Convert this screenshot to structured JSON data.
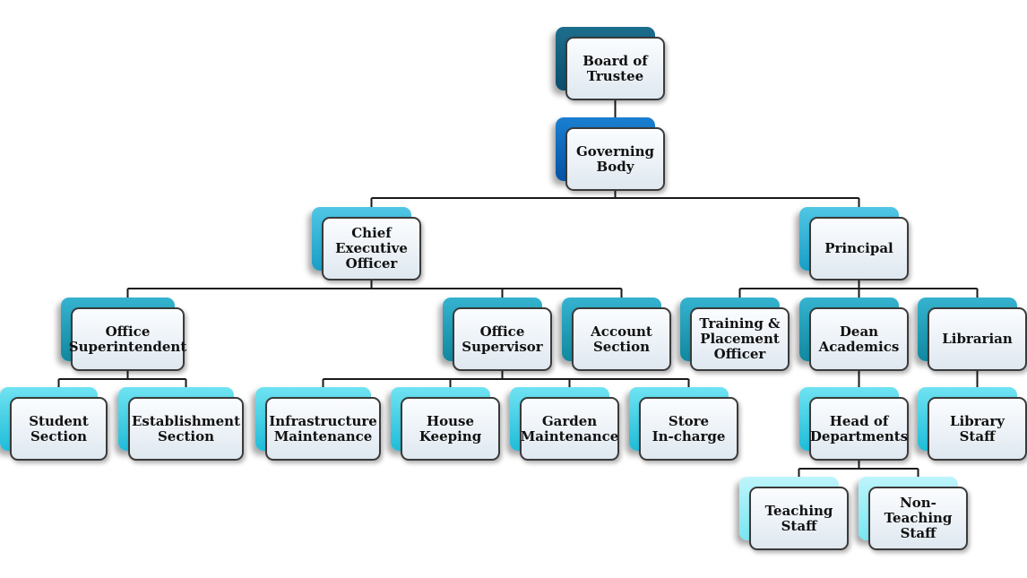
{
  "org_chart": {
    "nodes": [
      {
        "id": "board",
        "label": "Board of\nTrustee",
        "parent": null,
        "level": "top"
      },
      {
        "id": "governing",
        "label": "Governing\nBody",
        "parent": "board",
        "level": "gov"
      },
      {
        "id": "ceo",
        "label": "Chief\nExecutive\nOfficer",
        "parent": "governing",
        "level": "a"
      },
      {
        "id": "principal",
        "label": "Principal",
        "parent": "governing",
        "level": "a"
      },
      {
        "id": "office-superintendent",
        "label": "Office\nSuperintendent",
        "parent": "ceo",
        "level": "b"
      },
      {
        "id": "office-supervisor",
        "label": "Office\nSupervisor",
        "parent": "ceo",
        "level": "b"
      },
      {
        "id": "account-section",
        "label": "Account\nSection",
        "parent": "ceo",
        "level": "b"
      },
      {
        "id": "training-placement",
        "label": "Training &\nPlacement\nOfficer",
        "parent": "principal",
        "level": "b"
      },
      {
        "id": "dean-academics",
        "label": "Dean\nAcademics",
        "parent": "principal",
        "level": "b"
      },
      {
        "id": "librarian",
        "label": "Librarian",
        "parent": "principal",
        "level": "b"
      },
      {
        "id": "student-section",
        "label": "Student\nSection",
        "parent": "office-superintendent",
        "level": "c"
      },
      {
        "id": "establishment-section",
        "label": "Establishment\nSection",
        "parent": "office-superintendent",
        "level": "c"
      },
      {
        "id": "infrastructure-maintenance",
        "label": "Infrastructure\nMaintenance",
        "parent": "office-supervisor",
        "level": "c"
      },
      {
        "id": "house-keeping",
        "label": "House\nKeeping",
        "parent": "office-supervisor",
        "level": "c"
      },
      {
        "id": "garden-maintenance",
        "label": "Garden\nMaintenance",
        "parent": "office-supervisor",
        "level": "c"
      },
      {
        "id": "store-in-charge",
        "label": "Store\nIn-charge",
        "parent": "office-supervisor",
        "level": "c"
      },
      {
        "id": "head-of-departments",
        "label": "Head of\nDepartments",
        "parent": "dean-academics",
        "level": "c"
      },
      {
        "id": "library-staff",
        "label": "Library\nStaff",
        "parent": "librarian",
        "level": "c"
      },
      {
        "id": "teaching-staff",
        "label": "Teaching\nStaff",
        "parent": "head-of-departments",
        "level": "d"
      },
      {
        "id": "non-teaching-staff",
        "label": "Non-\nTeaching\nStaff",
        "parent": "head-of-departments",
        "level": "d"
      }
    ]
  }
}
